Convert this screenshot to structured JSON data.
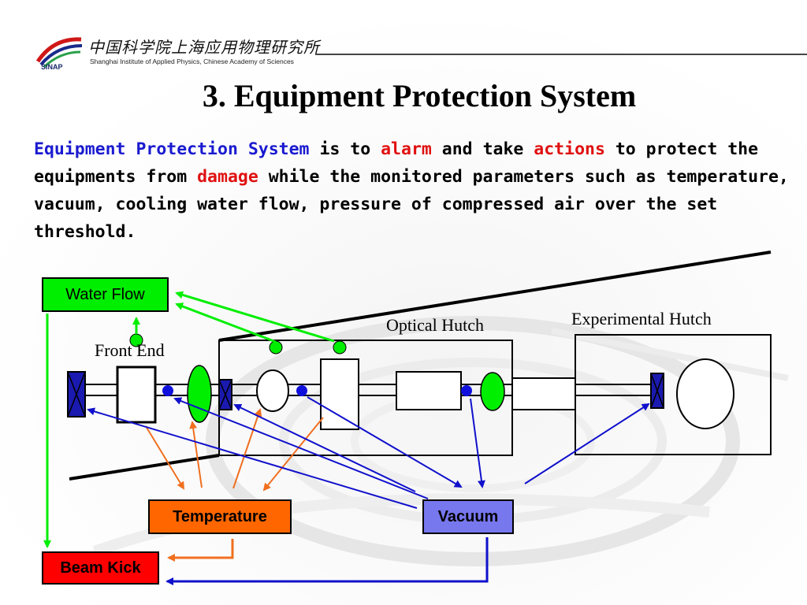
{
  "header": {
    "institute_cn": "中国科学院上海应用物理研究所",
    "institute_en": "Shanghai Institute of Applied Physics, Chinese Academy of Sciences",
    "abbr": "SINAP"
  },
  "slide": {
    "title": "3.  Equipment Protection System",
    "body": {
      "term": "Equipment Protection System",
      "t1": " is to ",
      "alarm": "alarm",
      "t2": " and take ",
      "actions": "actions",
      "t3": " to protect the equipments from ",
      "damage": "damage",
      "t4": " while the monitored parameters such as temperature, vacuum, cooling water flow, pressure of compressed air over the set threshold."
    }
  },
  "diagram": {
    "labels": {
      "front_end": "Front End",
      "optical_hutch": "Optical Hutch",
      "experimental_hutch": "Experimental Hutch"
    },
    "boxes": {
      "water_flow": "Water Flow",
      "temperature": "Temperature",
      "vacuum": "Vacuum",
      "beam_kick": "Beam Kick"
    },
    "colors": {
      "water": "#00ee00",
      "temperature_fill": "#ff6600",
      "temperature_arrow": "#f07020",
      "vacuum_fill": "#7777ee",
      "vacuum_arrow": "#1010cc",
      "beam_kick_fill": "#ff0000",
      "valve": "#1a1ab0",
      "sensor_blue": "#1010dd"
    }
  }
}
